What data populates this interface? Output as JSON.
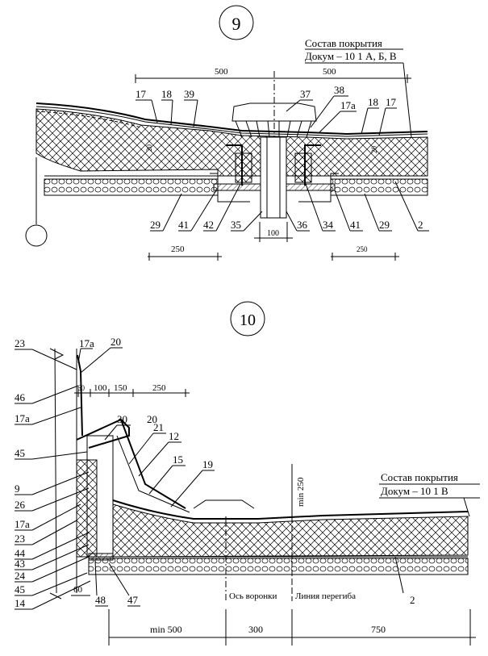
{
  "figure9": {
    "number": "9",
    "composition_title": "Состав покрытия",
    "composition_doc": "Докум – 10 1 А, Б, В",
    "dims": {
      "left": "500",
      "right": "500",
      "pipe": "100",
      "bottom_left": "250",
      "bottom_right": "250"
    },
    "insul_marks": {
      "left": "20",
      "right": "20"
    },
    "callouts": {
      "c17_left": "17",
      "c18_left": "18",
      "c39": "39",
      "c37": "37",
      "c38": "38",
      "c17a": "17а",
      "c18_right": "18",
      "c17_right": "17",
      "c29_left": "29",
      "c41_left": "41",
      "c42": "42",
      "c35": "35",
      "c36": "36",
      "c34": "34",
      "c41_right": "41",
      "c29_right": "29",
      "c2": "2"
    }
  },
  "figure10": {
    "number": "10",
    "composition_title": "Состав покрытия",
    "composition_doc": "Докум – 10 1 В",
    "axis_label": "Ось воронки",
    "bend_label": "Линия перегиба",
    "dims": {
      "top_60": "60",
      "top_100": "100",
      "top_150": "150",
      "top_250": "250",
      "bottom_60": "60",
      "vertical": "min 250",
      "bottom_min500": "min 500",
      "bottom_300": "300",
      "bottom_750": "750"
    },
    "callouts_left": [
      "23",
      "46",
      "17а",
      "45",
      "9",
      "26",
      "17а",
      "23",
      "44",
      "43",
      "24",
      "45",
      "14"
    ],
    "callouts_top": {
      "c17a": "17а",
      "c20_top": "20",
      "c30": "30",
      "c20": "20",
      "c21": "21",
      "c12": "12",
      "c15": "15",
      "c19": "19"
    },
    "callouts_bottom": {
      "c48": "48",
      "c47": "47",
      "c2": "2"
    }
  }
}
